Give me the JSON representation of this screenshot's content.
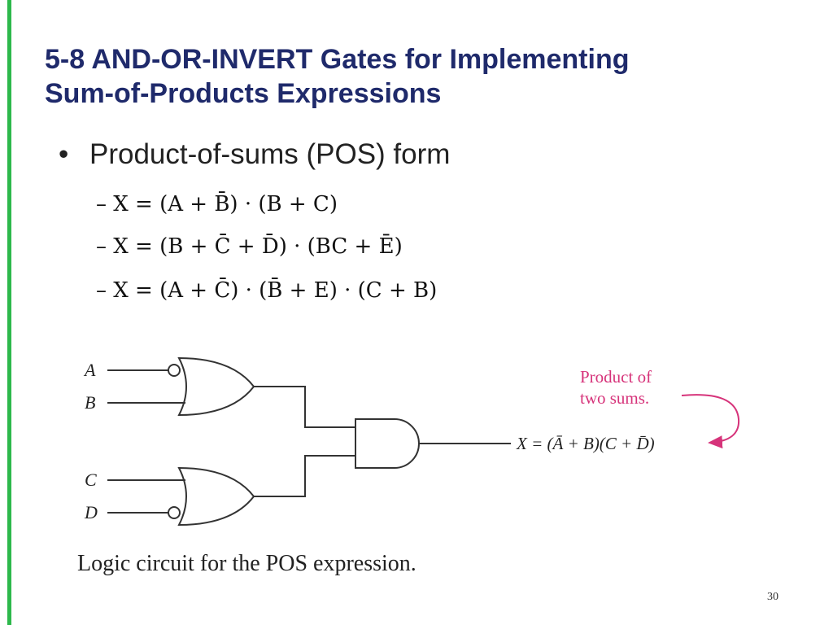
{
  "title": {
    "line1": "5-8 AND-OR-INVERT Gates for Implementing",
    "line2": "Sum-of-Products Expressions"
  },
  "bullet": {
    "marker": "•",
    "text": "Product-of-sums (POS) form"
  },
  "equations": [
    "– X = (A +  B̄) · (B + C)",
    "– X = (B +  C̄ + D̄) · (BC + Ē)",
    "– X = (A +  C̄) · (B̄ + E) · (C + B)"
  ],
  "diagram": {
    "inputs": [
      "A",
      "B",
      "C",
      "D"
    ],
    "annotation_line1": "Product of",
    "annotation_line2": "two sums.",
    "output_expression": "X = (Ā + B)(C + D̄)",
    "annotation_color": "#d6337a"
  },
  "caption": "Logic circuit for the POS expression.",
  "page_number": "30",
  "colors": {
    "title": "#1f2a6b",
    "accent_bar": "#2db84b"
  }
}
